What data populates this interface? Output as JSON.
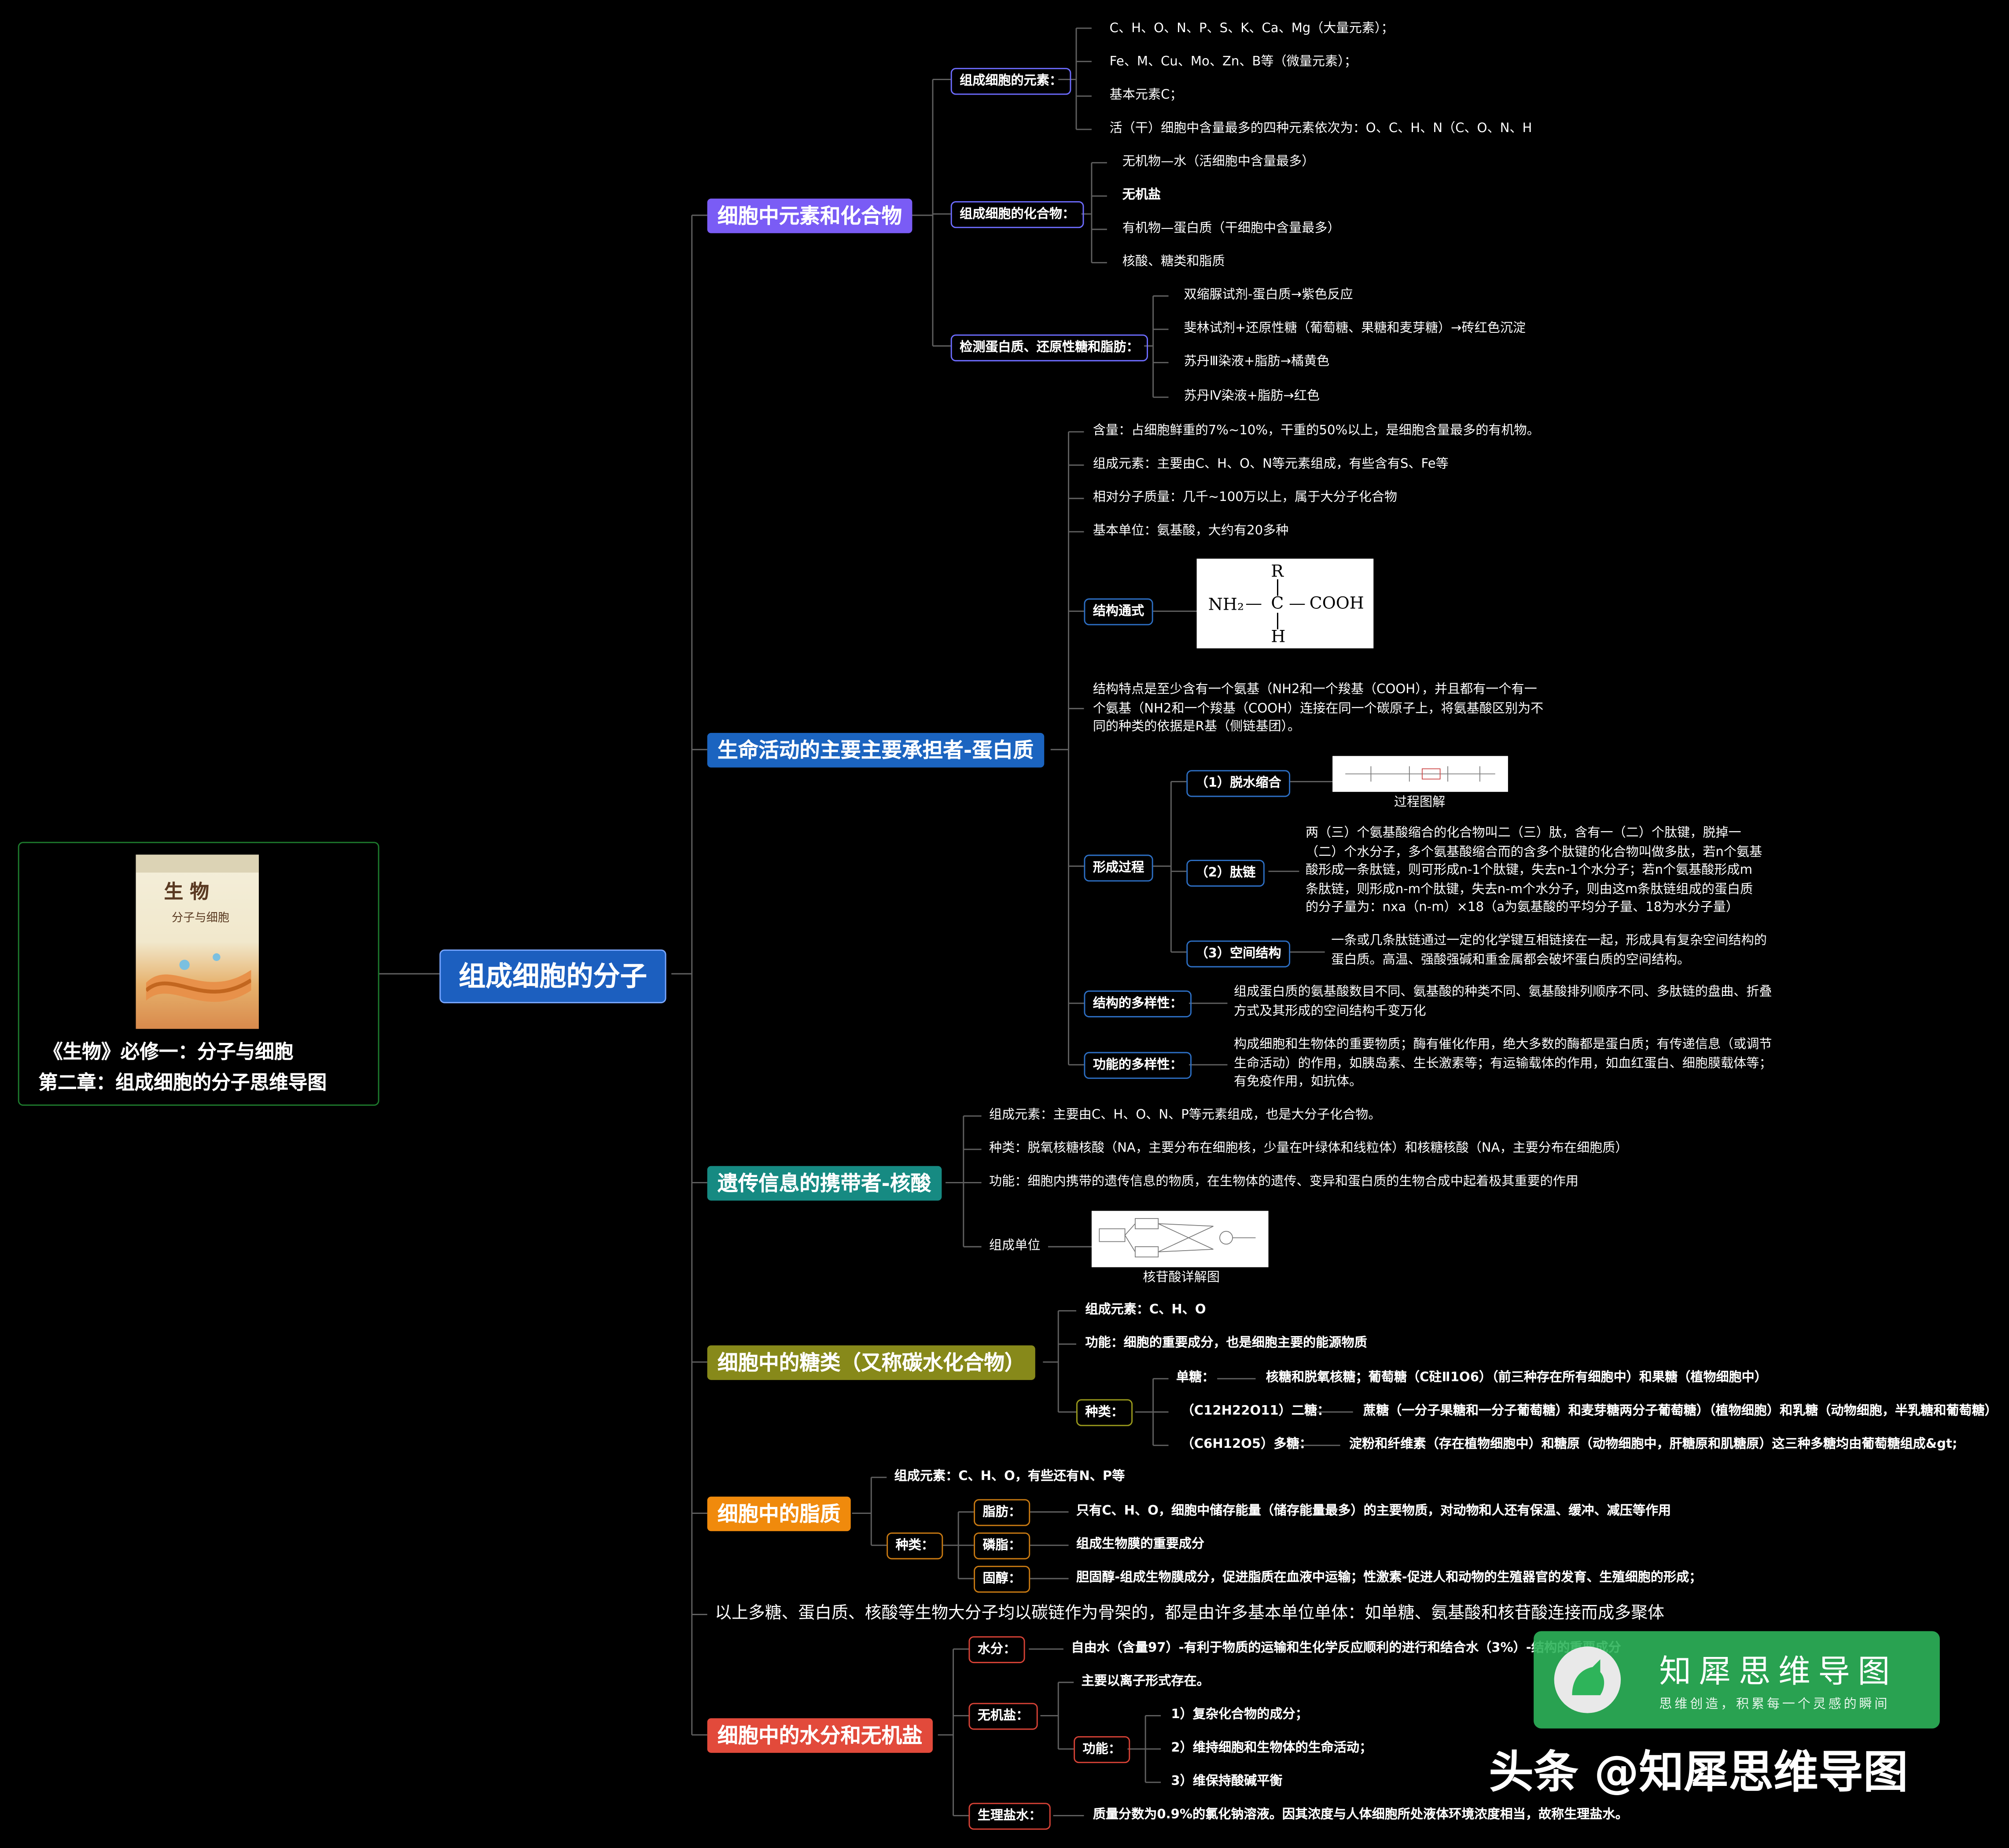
{
  "colors": {
    "purple": "#7a5cf5",
    "blue": "#1b64c0",
    "teal": "#168a82",
    "olive": "#87891a",
    "orange": "#f08a0c",
    "red": "#e24a3b",
    "line": "#606060",
    "book_border": "#1d7a2d"
  },
  "book": {
    "cover_title": "生 物",
    "cover_subtitle": "分子与细胞",
    "caption_line1": "《生物》必修一：分子与细胞",
    "caption_line2": "第二章：组成细胞的分子思维导图"
  },
  "root": "组成细胞的分子",
  "b1": {
    "title": "细胞中元素和化合物",
    "elements_label": "组成细胞的元素：",
    "elements": [
      "C、H、O、N、P、S、K、Ca、Mg（大量元素）；",
      "Fe、M、Cu、Mo、Zn、B等（微量元素）；",
      "基本元素C；",
      "活（干）细胞中含量最多的四种元素依次为：O、C、H、N（C、O、N、H"
    ],
    "compounds_label": "组成细胞的化合物：",
    "compounds": [
      "无机物—水（活细胞中含量最多）",
      "无机盐",
      "有机物—蛋白质（干细胞中含量最多）",
      "核酸、糖类和脂质"
    ],
    "detect_label": "检测蛋白质、还原性糖和脂肪：",
    "detect": [
      "双缩脲试剂-蛋白质→紫色反应",
      "斐林试剂+还原性糖（葡萄糖、果糖和麦芽糖）→砖红色沉淀",
      "苏丹Ⅲ染液+脂肪→橘黄色",
      "苏丹Ⅳ染液+脂肪→红色"
    ]
  },
  "b2": {
    "title": "生命活动的主要主要承担者-蛋白质",
    "items": [
      "含量：占细胞鲜重的7%~10%，干重的50%以上，是细胞含量最多的有机物。",
      "组成元素：主要由C、H、O、N等元素组成，有些含有S、Fe等",
      "相对分子质量：几千~100万以上，属于大分子化合物",
      "基本单位：氨基酸，大约有20多种"
    ],
    "struct_label": "结构通式",
    "formula": {
      "r": "R",
      "c": "C",
      "h": "H",
      "nh2": "NH₂",
      "cooh": "COOH"
    },
    "feature": "结构特点是至少含有一个氨基（NH2和一个羧基（COOH），并且都有一个有一个氨基（NH2和一个羧基（COOH）连接在同一个碳原子上，将氨基酸区别为不同的种类的依据是R基（侧链基团）。",
    "form_label": "形成过程",
    "dehydration_label": "（1）脱水缩合",
    "process_caption": "过程图解",
    "peptide_label": "（2）肽链",
    "peptide_text": "两（三）个氨基酸缩合的化合物叫二（三）肽，含有一（二）个肽键，脱掉一（二）个水分子，多个氨基酸缩合而的含多个肽键的化合物叫做多肽，若n个氨基酸形成一条肽链，则可形成n-1个肽键，失去n-1个水分子；若n个氨基酸形成m条肽链，则形成n-m个肽键，失去n-m个水分子，则由这m条肽链组成的蛋白质的分子量为：nxa（n-m）×18（a为氨基酸的平均分子量、18为水分子量）",
    "spatial_label": "（3）空间结构",
    "spatial_text": "一条或几条肽链通过一定的化学键互相链接在一起，形成具有复杂空间结构的蛋白质。高温、强酸强碱和重金属都会破坏蛋白质的空间结构。",
    "diversity_label": "结构的多样性：",
    "diversity_text": "组成蛋白质的氨基酸数目不同、氨基酸的种类不同、氨基酸排列顺序不同、多肽链的盘曲、折叠方式及其形成的空间结构千变万化",
    "func_label": "功能的多样性：",
    "func_text": "构成细胞和生物体的重要物质；酶有催化作用，绝大多数的酶都是蛋白质；有传递信息（或调节生命活动）的作用，如胰岛素、生长激素等；有运输载体的作用，如血红蛋白、细胞膜载体等；有免疫作用，如抗体。"
  },
  "b3": {
    "title": "遗传信息的携带者-核酸",
    "items": [
      "组成元素：主要由C、H、O、N、P等元素组成，也是大分子化合物。",
      "种类：脱氧核糖核酸（NA，主要分布在细胞核，少量在叶绿体和线粒体）和核糖核酸（NA，主要分布在细胞质）",
      "功能：细胞内携带的遗传信息的物质，在生物体的遗传、变异和蛋白质的生物合成中起着极其重要的作用"
    ],
    "unit_label": "组成单位",
    "unit_caption": "核苷酸详解图"
  },
  "b4": {
    "title": "细胞中的糖类（又称碳水化合物）",
    "elements": "组成元素：C、H、O",
    "func": "功能：细胞的重要成分，也是细胞主要的能源物质",
    "kind_label": "种类：",
    "kinds": [
      {
        "label": "单糖：",
        "text": "核糖和脱氧核糖；葡萄糖（C砫Ⅱ1O6）（前三种存在所有细胞中）和果糖（植物细胞中）"
      },
      {
        "label": "（C12H22O11）二糖：",
        "text": "蔗糖（一分子果糖和一分子葡萄糖）和麦芽糖两分子葡萄糖）（植物细胞）和乳糖（动物细胞，半乳糖和葡萄糖）"
      },
      {
        "label": "（C6H12O5）多糖：",
        "text": "淀粉和纤维素（存在植物细胞中）和糖原（动物细胞中，肝糖原和肌糖原）这三种多糖均由葡萄糖组成&gt;"
      }
    ]
  },
  "b5": {
    "title": "细胞中的脂质",
    "elements": "组成元素：C、H、O，有些还有N、P等",
    "kind_label": "种类：",
    "kinds": [
      {
        "label": "脂肪：",
        "text": "只有C、H、O，细胞中储存能量（储存能量最多）的主要物质，对动物和人还有保温、缓冲、减压等作用"
      },
      {
        "label": "磷脂：",
        "text": "组成生物膜的重要成分"
      },
      {
        "label": "固醇：",
        "text": "胆固醇-组成生物膜成分，促进脂质在血液中运输；性激素-促进人和动物的生殖器官的发育、生殖细胞的形成；"
      }
    ]
  },
  "summary": "以上多糖、蛋白质、核酸等生物大分子均以碳链作为骨架的，都是由许多基本单位单体：如单糖、氨基酸和核苷酸连接而成多聚体",
  "b6": {
    "title": "细胞中的水分和无机盐",
    "water_label": "水分：",
    "water_text": "自由水（含量97）-有利于物质的运输和生化学反应顺利的进行和结合水（3%）-结构的重要成分",
    "salt_label": "无机盐：",
    "salt_form": "主要以离子形式存在。",
    "func_label": "功能：",
    "funcs": [
      "1）复杂化合物的成分；",
      "2）维持细胞和生物体的生命活动；",
      "3）维保持酸碱平衡"
    ],
    "saline_label": "生理盐水：",
    "saline_text": "质量分数为0.9%的氯化钠溶液。因其浓度与人体细胞所处液体环境浓度相当，故称生理盐水。"
  },
  "watermark": {
    "brand": "知犀思维导图",
    "slogan": "思维创造，积累每一个灵感的瞬间",
    "footer": "头条 @知犀思维导图"
  }
}
